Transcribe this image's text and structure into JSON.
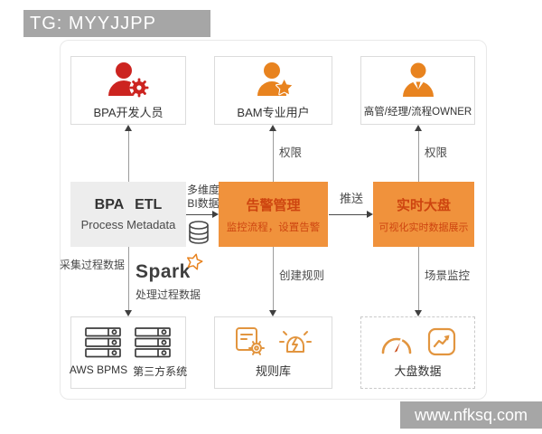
{
  "header": {
    "tag": "TG: MYYJJPP"
  },
  "footer": {
    "site": "www.nfksq.com"
  },
  "colors": {
    "watermark_gray": "#A6A6A6",
    "accent_orange_fill": "#F0923C",
    "title_on_orange": "#CE4510",
    "developer_icon_red": "#CC2420",
    "user_icon_orange": "#E8831F",
    "outline_icon_orange": "#E2953F",
    "etl_box_gray": "#EDEDED"
  },
  "nodes": {
    "dev": {
      "label": "BPA开发人员",
      "icon": "person-gear"
    },
    "bam": {
      "label": "BAM专业用户",
      "icon": "person-star"
    },
    "exec": {
      "label": "高管/经理/流程OWNER",
      "icon": "person-tie"
    },
    "etl": {
      "title": "BPA ETL",
      "subtitle": "Process Metadata"
    },
    "alert": {
      "title": "告警管理",
      "subtitle": "监控流程，设置告警"
    },
    "rtdash": {
      "title": "实时大盘",
      "subtitle": "可视化实时数据展示"
    },
    "sources": {
      "label_left": "AWS BPMS",
      "label_right": "第三方系统"
    },
    "rules": {
      "label": "规则库"
    },
    "dashdata": {
      "label": "大盘数据"
    }
  },
  "edges": {
    "perm_bam": "权限",
    "perm_exec": "权限",
    "bi_line1": "多维度",
    "bi_line2": "BI数据",
    "push": "推送",
    "collect": "采集过程数据",
    "spark": "Spark",
    "process": "处理过程数据",
    "create_rule": "创建规则",
    "scene_monitor": "场景监控"
  }
}
